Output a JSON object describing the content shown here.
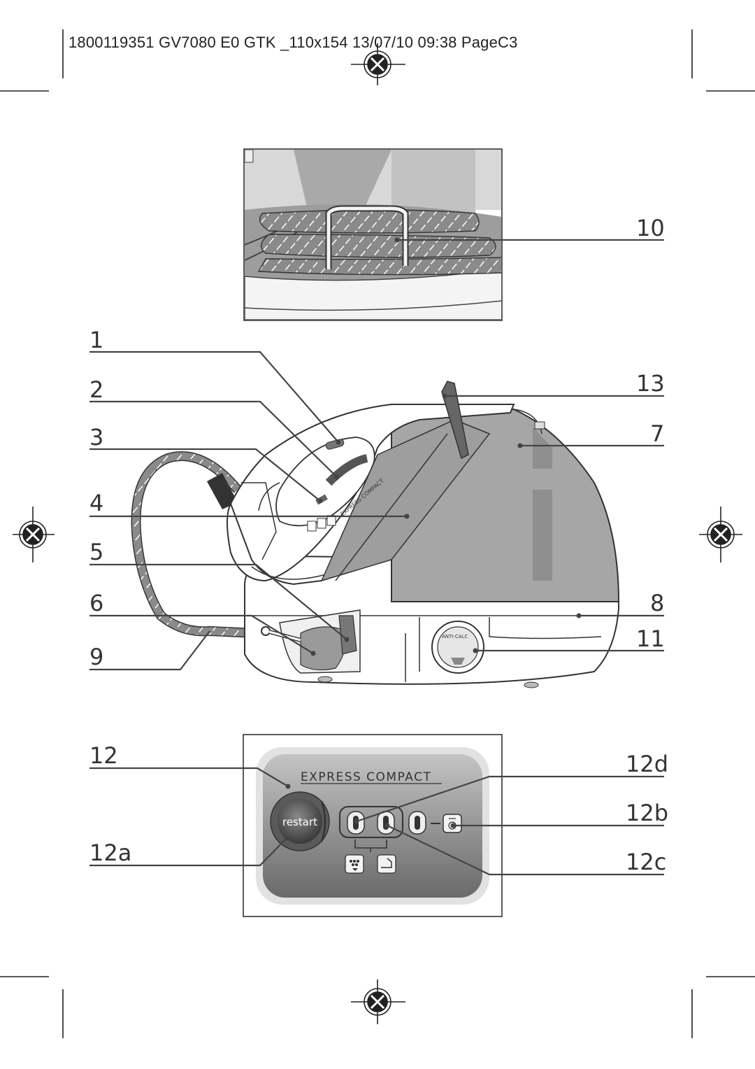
{
  "header": {
    "slug": "1800119351 GV7080 E0 GTK _110x154  13/07/10  09:38  PageC3"
  },
  "callouts": {
    "c1": "1",
    "c2": "2",
    "c3": "3",
    "c4": "4",
    "c5": "5",
    "c6": "6",
    "c9": "9",
    "c10": "10",
    "c13": "13",
    "c7": "7",
    "c8": "8",
    "c11": "11",
    "c12": "12",
    "c12a": "12a",
    "c12b": "12b",
    "c12c": "12c",
    "c12d": "12d"
  },
  "panel": {
    "brand": "EXPRESS COMPACT",
    "restart": "restart"
  },
  "base": {
    "brand": "EXPRESS COMPACT",
    "anticalc": "ANTI-CALC"
  }
}
